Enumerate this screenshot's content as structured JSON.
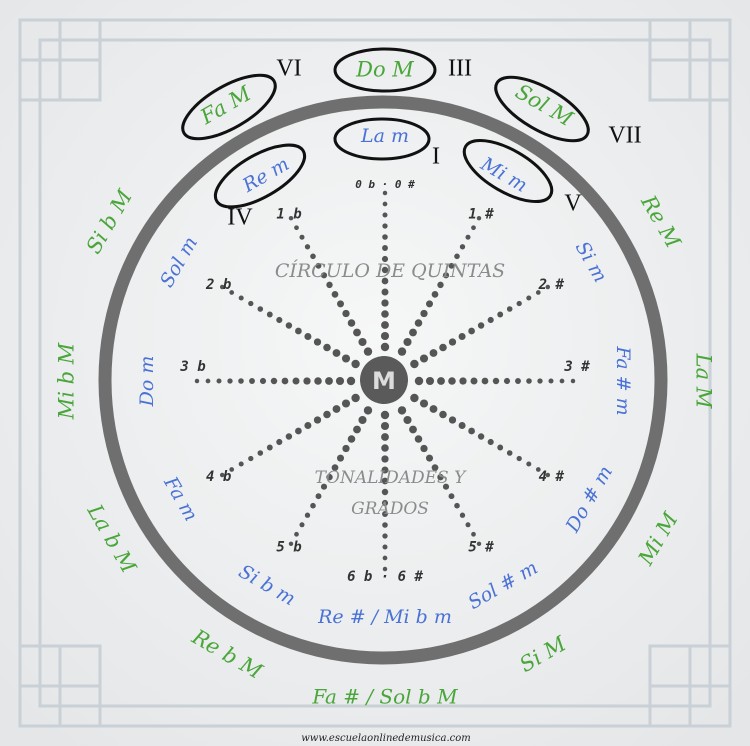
{
  "title": "CÍRCULO DE QUINTAS",
  "subtitle_line1": "TONALIDADES Y",
  "subtitle_line2": "GRADOS",
  "website": "www.escuelaonlinedemusica.com",
  "colors": {
    "major": "#4aa63a",
    "minor": "#4a72d6",
    "ring": "#6f6f6f",
    "dots": "#555555",
    "roman": "#111111",
    "background": "#eeeff0",
    "frame": "#c9d0d6"
  },
  "major_keys": [
    {
      "key": "do-m",
      "label": "Do M"
    },
    {
      "key": "sol-m",
      "label": "Sol M"
    },
    {
      "key": "re-m",
      "label": "Re M"
    },
    {
      "key": "la-m",
      "label": "La M"
    },
    {
      "key": "mi-m",
      "label": "Mi M"
    },
    {
      "key": "si-m",
      "label": "Si M"
    },
    {
      "key": "fa-sharp-sol-flat-m",
      "label": "Fa # / Sol b M"
    },
    {
      "key": "re-flat-m",
      "label": "Re b M"
    },
    {
      "key": "la-flat-m",
      "label": "La b M"
    },
    {
      "key": "mi-flat-m",
      "label": "Mi b M"
    },
    {
      "key": "si-flat-m",
      "label": "Si b M"
    },
    {
      "key": "fa-m",
      "label": "Fa M"
    }
  ],
  "minor_keys": [
    {
      "key": "la-minor",
      "label": "La m"
    },
    {
      "key": "mi-minor",
      "label": "Mi m"
    },
    {
      "key": "si-minor",
      "label": "Si m"
    },
    {
      "key": "fa-sharp-minor",
      "label": "Fa # m"
    },
    {
      "key": "do-sharp-minor",
      "label": "Do # m"
    },
    {
      "key": "sol-sharp-minor",
      "label": "Sol # m"
    },
    {
      "key": "re-sharp-mi-flat-minor",
      "label": "Re # / Mi b m"
    },
    {
      "key": "si-flat-minor",
      "label": "Si b m"
    },
    {
      "key": "fa-minor",
      "label": "Fa m"
    },
    {
      "key": "do-minor",
      "label": "Do m"
    },
    {
      "key": "sol-minor",
      "label": "Sol m"
    },
    {
      "key": "re-minor",
      "label": "Re m"
    }
  ],
  "accidentals": [
    "0 b · 0 #",
    "1 #",
    "2 #",
    "3 #",
    "4 #",
    "5 #",
    "6 b · 6 #",
    "5 b",
    "4 b",
    "3 b",
    "2 b",
    "1 b"
  ],
  "degrees": [
    {
      "numeral": "III",
      "of": "Do M"
    },
    {
      "numeral": "VII",
      "of": "Sol M"
    },
    {
      "numeral": "I",
      "of": "La m"
    },
    {
      "numeral": "V",
      "of": "Mi m"
    },
    {
      "numeral": "IV",
      "of": "Re m"
    },
    {
      "numeral": "VI",
      "of": "Fa M"
    }
  ],
  "center_logo": "M"
}
